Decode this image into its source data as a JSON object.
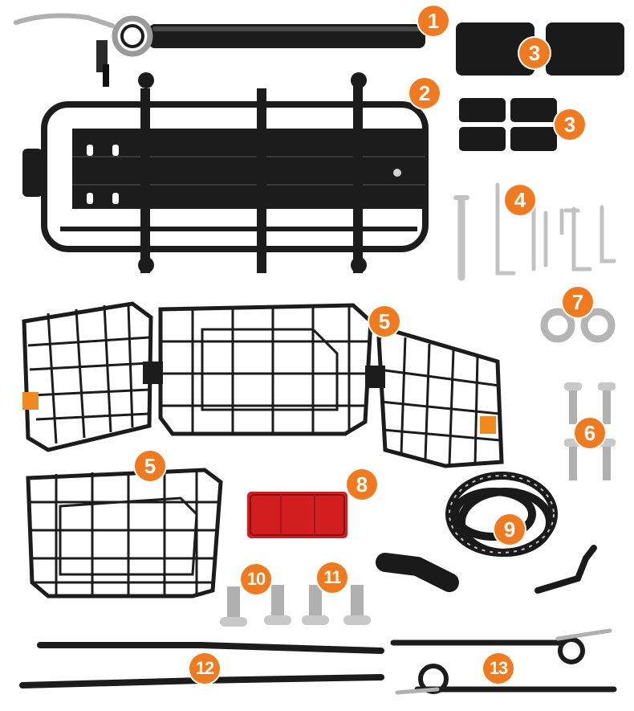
{
  "badges": {
    "b1": "1",
    "b2": "2",
    "b3a": "3",
    "b3b": "3",
    "b4": "4",
    "b5a": "5",
    "b5b": "5",
    "b6": "6",
    "b7": "7",
    "b8": "8",
    "b9": "9",
    "b10": "10",
    "b11": "11",
    "b12": "12",
    "b13": "13"
  },
  "colors": {
    "badge": "#f07a1d",
    "metal": "#1c1c1c",
    "reflector": "#d21e1e",
    "strap_orange": "#f08a1e",
    "steel": "#b8b8b8"
  }
}
